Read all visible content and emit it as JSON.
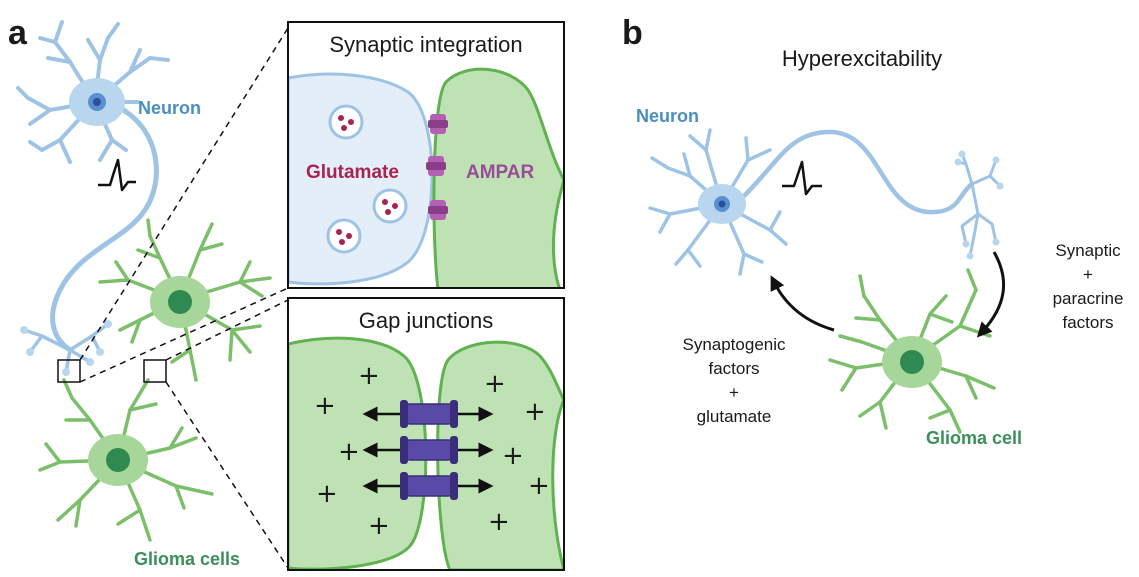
{
  "panel_a": {
    "letter": "a",
    "neuron_label": "Neuron",
    "glioma_label": "Glioma cells",
    "synaptic_box": {
      "title": "Synaptic integration",
      "glutamate_label": "Glutamate",
      "ampar_label": "AMPAR"
    },
    "gap_box": {
      "title": "Gap junctions",
      "plus_symbol": "+"
    }
  },
  "panel_b": {
    "letter": "b",
    "title": "Hyperexcitability",
    "neuron_label": "Neuron",
    "glioma_label": "Glioma cell",
    "right_factors": [
      "Synaptic",
      "+",
      "paracrine",
      "factors"
    ],
    "left_factors": [
      "Synaptogenic",
      "factors",
      "+",
      "glutamate"
    ]
  },
  "colors": {
    "neuron_fill": "#b9d6ef",
    "neuron_stroke": "#9ec3e4",
    "nucleus": "#3d6fb0",
    "glia_fill": "#a6d69a",
    "glia_stroke": "#7cbf6a",
    "glia_nucleus": "#2e8a50",
    "synapse_bg": "#e3eef9",
    "glutamate": "#a8244e",
    "ampar": "#9b4b9b",
    "gap_channel": "#4b3f8f"
  }
}
